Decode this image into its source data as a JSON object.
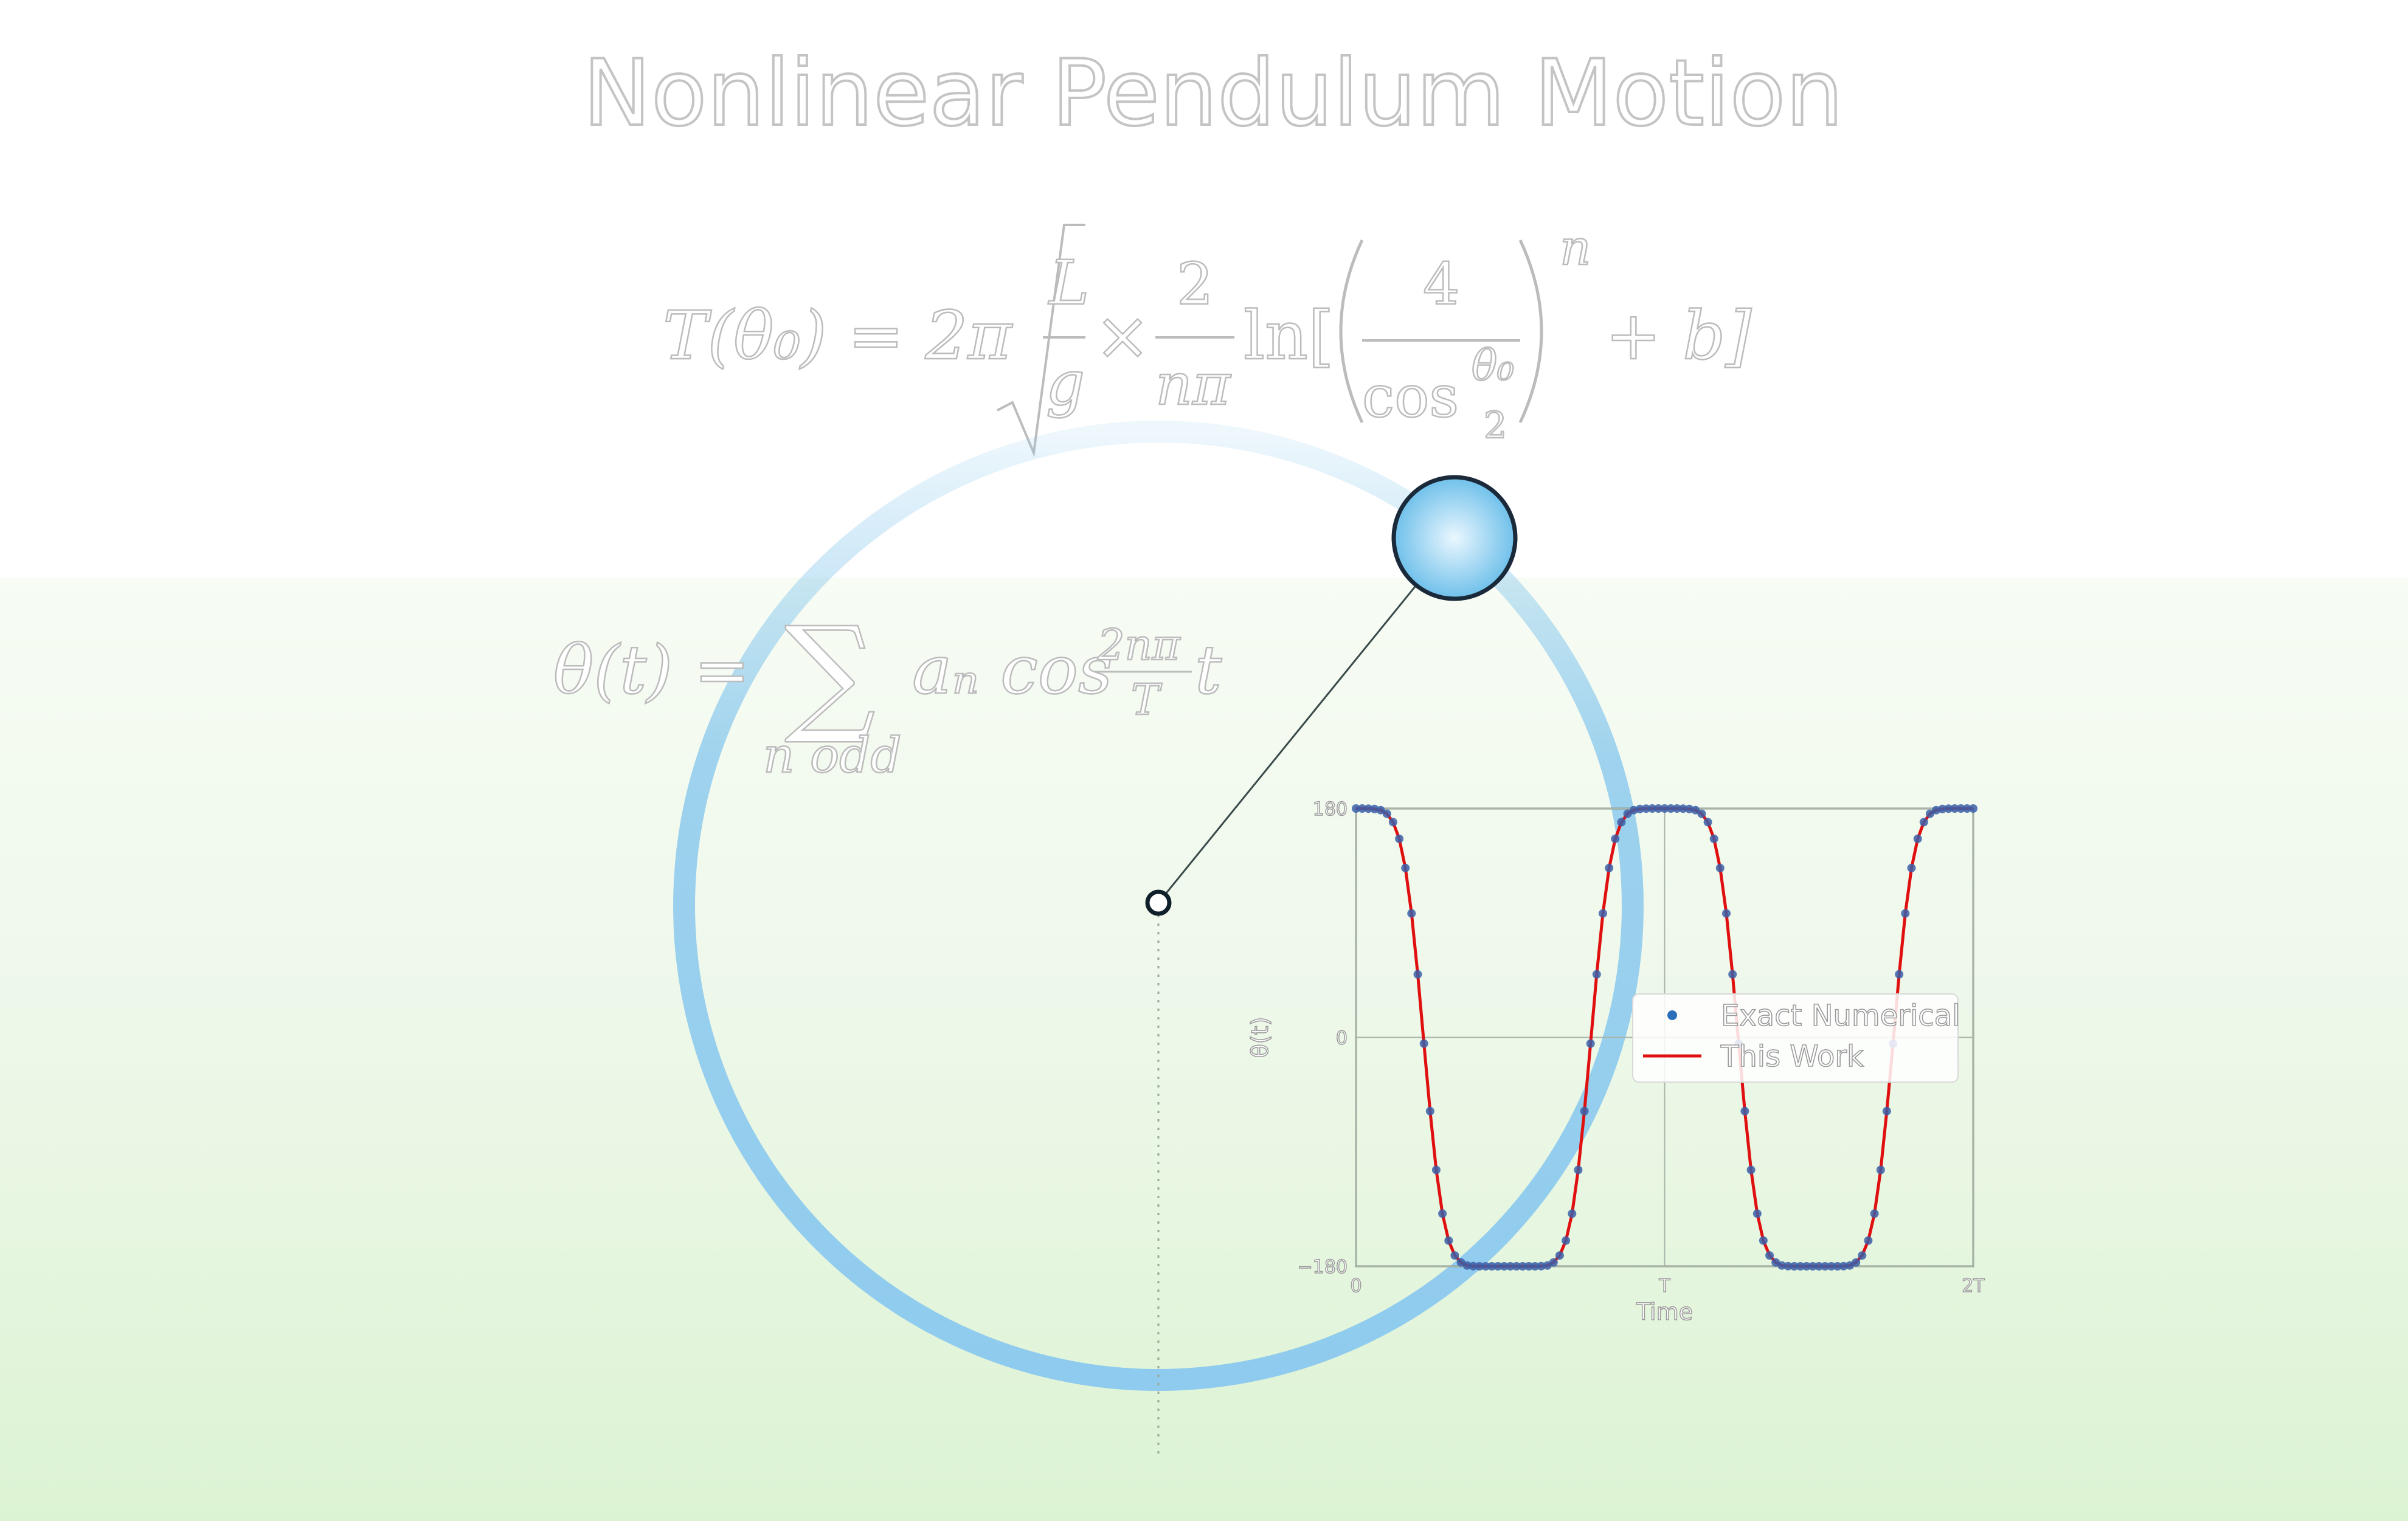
{
  "title": "Nonlinear Pendulum Motion",
  "formula_period": {
    "lhs": "T(θ₀) = 2π",
    "sqrt_num": "L",
    "sqrt_den": "g",
    "times": "×",
    "frac_num": "2",
    "frac_den": "nπ",
    "ln": "ln[",
    "inner_num": "4",
    "inner_den_cos": "cos",
    "inner_den_theta": "θ₀",
    "inner_den_two": "2",
    "exponent": "n",
    "plus_b": "+ b]"
  },
  "formula_series": {
    "lhs": "θ(t) =",
    "sum": "∑",
    "sum_sub": "n odd",
    "term": "aₙ cos",
    "frac_num": "2nπ",
    "frac_den": "T",
    "tail": "t"
  },
  "colors": {
    "orbit": "#8fcbee",
    "bob_center": "#eaf7ff",
    "bob_edge": "#6fc0ea",
    "bob_stroke": "#1a2a3a",
    "exact_marker": "#3a5fa8",
    "fit_line": "#e01010",
    "grid": "#a8b4a8",
    "ground_top": "#f7fcf4",
    "ground_bottom": "#dcf3d3"
  },
  "chart_data": {
    "type": "line",
    "title": "",
    "xlabel": "Time",
    "ylabel": "θ(t)",
    "x_ticks": [
      "0",
      "T",
      "2T"
    ],
    "y_ticks": [
      "−180",
      "0",
      "180"
    ],
    "xlim": [
      0,
      2
    ],
    "ylim": [
      -180,
      180
    ],
    "x_unit": "T",
    "grid": true,
    "legend_position": "center-right",
    "series": [
      {
        "name": "Exact Numerical",
        "style": "markers",
        "x": [
          0.0,
          0.02,
          0.04,
          0.06,
          0.08,
          0.1,
          0.12,
          0.14,
          0.16,
          0.18,
          0.2,
          0.22,
          0.24,
          0.26,
          0.28,
          0.3,
          0.32,
          0.34,
          0.36,
          0.38,
          0.4,
          0.42,
          0.44,
          0.46,
          0.48,
          0.5,
          0.52,
          0.54,
          0.56,
          0.58,
          0.6,
          0.62,
          0.64,
          0.66,
          0.68,
          0.7,
          0.72,
          0.74,
          0.76,
          0.78,
          0.8,
          0.82,
          0.84,
          0.86,
          0.88,
          0.9,
          0.92,
          0.94,
          0.96,
          0.98,
          1.0,
          1.02,
          1.04,
          1.06,
          1.08,
          1.1,
          1.12,
          1.14,
          1.16,
          1.18,
          1.2,
          1.22,
          1.24,
          1.26,
          1.28,
          1.3,
          1.32,
          1.34,
          1.36,
          1.38,
          1.4,
          1.42,
          1.44,
          1.46,
          1.48,
          1.5,
          1.52,
          1.54,
          1.56,
          1.58,
          1.6,
          1.62,
          1.64,
          1.66,
          1.68,
          1.7,
          1.72,
          1.74,
          1.76,
          1.78,
          1.8,
          1.82,
          1.84,
          1.86,
          1.88,
          1.9,
          1.92,
          1.94,
          1.96,
          1.98,
          2.0
        ],
        "y": [
          180.0,
          180.0,
          179.9,
          179.6,
          178.7,
          175.9,
          169.3,
          156.2,
          133.2,
          97.5,
          49.6,
          -4.9,
          -58.0,
          -104.2,
          -138.6,
          -159.8,
          -171.5,
          -177.0,
          -179.4,
          -179.9,
          -180.0,
          -180.0,
          -180.0,
          -180.0,
          -180.0,
          -180.0,
          -180.0,
          -180.0,
          -180.0,
          -180.0,
          -179.9,
          -179.4,
          -177.0,
          -171.5,
          -159.8,
          -138.6,
          -104.2,
          -58.0,
          -4.9,
          49.6,
          97.5,
          133.2,
          156.2,
          169.3,
          175.9,
          178.7,
          179.6,
          179.9,
          180.0,
          180.0,
          180.0,
          180.0,
          180.0,
          179.9,
          179.6,
          178.7,
          175.9,
          169.3,
          156.2,
          133.2,
          97.5,
          49.6,
          -4.9,
          -58.0,
          -104.2,
          -138.6,
          -159.8,
          -171.5,
          -177.0,
          -179.4,
          -179.9,
          -180.0,
          -180.0,
          -180.0,
          -180.0,
          -180.0,
          -180.0,
          -180.0,
          -180.0,
          -179.9,
          -179.4,
          -177.0,
          -171.5,
          -159.8,
          -138.6,
          -104.2,
          -58.0,
          -4.9,
          49.6,
          97.5,
          133.2,
          156.2,
          169.3,
          175.9,
          178.7,
          179.6,
          179.9,
          180.0,
          180.0,
          180.0,
          180.0
        ]
      },
      {
        "name": "This Work",
        "style": "line",
        "x": [
          0.0,
          0.02,
          0.04,
          0.06,
          0.08,
          0.1,
          0.12,
          0.14,
          0.16,
          0.18,
          0.2,
          0.22,
          0.24,
          0.26,
          0.28,
          0.3,
          0.32,
          0.34,
          0.36,
          0.38,
          0.4,
          0.42,
          0.44,
          0.46,
          0.48,
          0.5,
          0.52,
          0.54,
          0.56,
          0.58,
          0.6,
          0.62,
          0.64,
          0.66,
          0.68,
          0.7,
          0.72,
          0.74,
          0.76,
          0.78,
          0.8,
          0.82,
          0.84,
          0.86,
          0.88,
          0.9,
          0.92,
          0.94,
          0.96,
          0.98,
          1.0,
          1.02,
          1.04,
          1.06,
          1.08,
          1.1,
          1.12,
          1.14,
          1.16,
          1.18,
          1.2,
          1.22,
          1.24,
          1.26,
          1.28,
          1.3,
          1.32,
          1.34,
          1.36,
          1.38,
          1.4,
          1.42,
          1.44,
          1.46,
          1.48,
          1.5,
          1.52,
          1.54,
          1.56,
          1.58,
          1.6,
          1.62,
          1.64,
          1.66,
          1.68,
          1.7,
          1.72,
          1.74,
          1.76,
          1.78,
          1.8,
          1.82,
          1.84,
          1.86,
          1.88,
          1.9,
          1.92,
          1.94,
          1.96,
          1.98,
          2.0
        ],
        "y": [
          180.0,
          180.0,
          179.9,
          179.6,
          178.7,
          175.9,
          169.3,
          156.2,
          133.2,
          97.5,
          49.6,
          -4.9,
          -58.0,
          -104.2,
          -138.6,
          -159.8,
          -171.5,
          -177.0,
          -179.4,
          -179.9,
          -180.0,
          -180.0,
          -180.0,
          -180.0,
          -180.0,
          -180.0,
          -180.0,
          -180.0,
          -180.0,
          -180.0,
          -179.9,
          -179.4,
          -177.0,
          -171.5,
          -159.8,
          -138.6,
          -104.2,
          -58.0,
          -4.9,
          49.6,
          97.5,
          133.2,
          156.2,
          169.3,
          175.9,
          178.7,
          179.6,
          179.9,
          180.0,
          180.0,
          180.0,
          180.0,
          180.0,
          179.9,
          179.6,
          178.7,
          175.9,
          169.3,
          156.2,
          133.2,
          97.5,
          49.6,
          -4.9,
          -58.0,
          -104.2,
          -138.6,
          -159.8,
          -171.5,
          -177.0,
          -179.4,
          -179.9,
          -180.0,
          -180.0,
          -180.0,
          -180.0,
          -180.0,
          -180.0,
          -180.0,
          -180.0,
          -179.9,
          -179.4,
          -177.0,
          -171.5,
          -159.8,
          -138.6,
          -104.2,
          -58.0,
          -4.9,
          49.6,
          97.5,
          133.2,
          156.2,
          169.3,
          175.9,
          178.7,
          179.6,
          179.9,
          180.0,
          180.0,
          180.0,
          180.0
        ]
      }
    ]
  }
}
